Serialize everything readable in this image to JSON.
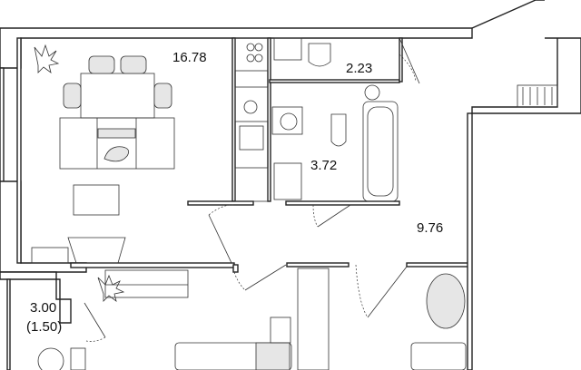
{
  "plan": {
    "rooms": [
      {
        "id": "living-kitchen",
        "area": "16.78"
      },
      {
        "id": "toilet",
        "area": "2.23"
      },
      {
        "id": "bathroom",
        "area": "3.72"
      },
      {
        "id": "hallway",
        "area": "9.76"
      },
      {
        "id": "balcony",
        "area": "3.00",
        "area_reduced": "(1.50)"
      }
    ],
    "colors": {
      "wall": "#222222",
      "furniture_fill": "#e6e6e6",
      "background": "#ffffff"
    }
  }
}
